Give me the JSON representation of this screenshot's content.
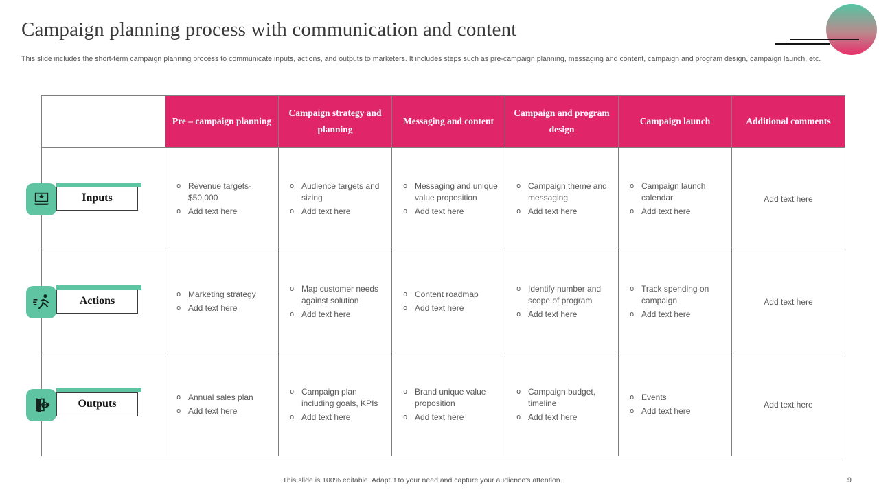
{
  "slide": {
    "title": "Campaign planning process with communication and content",
    "subtitle": "This slide includes the short-term campaign planning process to communicate inputs, actions, and outputs to marketers. It includes steps such as pre-campaign planning, messaging and content, campaign and program design, campaign launch, etc.",
    "footer": "This slide is 100% editable. Adapt it to your need and capture your audience's attention.",
    "page_number": "9"
  },
  "colors": {
    "header_pink": "#e02568",
    "teal_accent": "#5fc4a2",
    "grid_gray": "#7f7f7f",
    "body_text_gray": "#595959",
    "circle_gradient_top": "#54c5a3",
    "circle_gradient_bottom": "#e8306b"
  },
  "decor": {
    "circle": "gradient-circle",
    "lines": [
      "decor-line-long",
      "decor-line-short"
    ]
  },
  "table": {
    "columns": [
      "Pre – campaign planning",
      "Campaign strategy and planning",
      "Messaging and content",
      "Campaign and program design",
      "Campaign launch",
      "Additional comments"
    ],
    "rows": [
      {
        "label": "Inputs",
        "icon": "laptop-download-icon",
        "cells": [
          {
            "items": [
              "Revenue targets- $50,000",
              "Add text here"
            ]
          },
          {
            "items": [
              "Audience targets and sizing",
              "Add text here"
            ]
          },
          {
            "items": [
              "Messaging and unique value proposition",
              "Add text here"
            ]
          },
          {
            "items": [
              "Campaign theme and messaging",
              "Add text here"
            ]
          },
          {
            "items": [
              "Campaign launch calendar",
              "Add text here"
            ]
          },
          {
            "text": "Add text here"
          }
        ]
      },
      {
        "label": "Actions",
        "icon": "running-person-icon",
        "cells": [
          {
            "items": [
              "Marketing strategy",
              "Add text here"
            ]
          },
          {
            "items": [
              "Map customer needs against solution",
              "Add text here"
            ]
          },
          {
            "items": [
              "Content roadmap",
              "Add text here"
            ]
          },
          {
            "items": [
              "Identify number and scope of program",
              "Add text here"
            ]
          },
          {
            "items": [
              "Track spending on campaign",
              "Add text here"
            ]
          },
          {
            "text": "Add text here"
          }
        ]
      },
      {
        "label": "Outputs",
        "icon": "exit-door-icon",
        "cells": [
          {
            "items": [
              "Annual sales plan",
              "Add text here"
            ]
          },
          {
            "items": [
              "Campaign plan including goals, KPIs",
              "Add text here"
            ]
          },
          {
            "items": [
              "Brand unique value proposition",
              "Add text here"
            ]
          },
          {
            "items": [
              "Campaign budget, timeline",
              "Add text here"
            ]
          },
          {
            "items": [
              "Events",
              "Add text here"
            ]
          },
          {
            "text": "Add text here"
          }
        ]
      }
    ]
  }
}
